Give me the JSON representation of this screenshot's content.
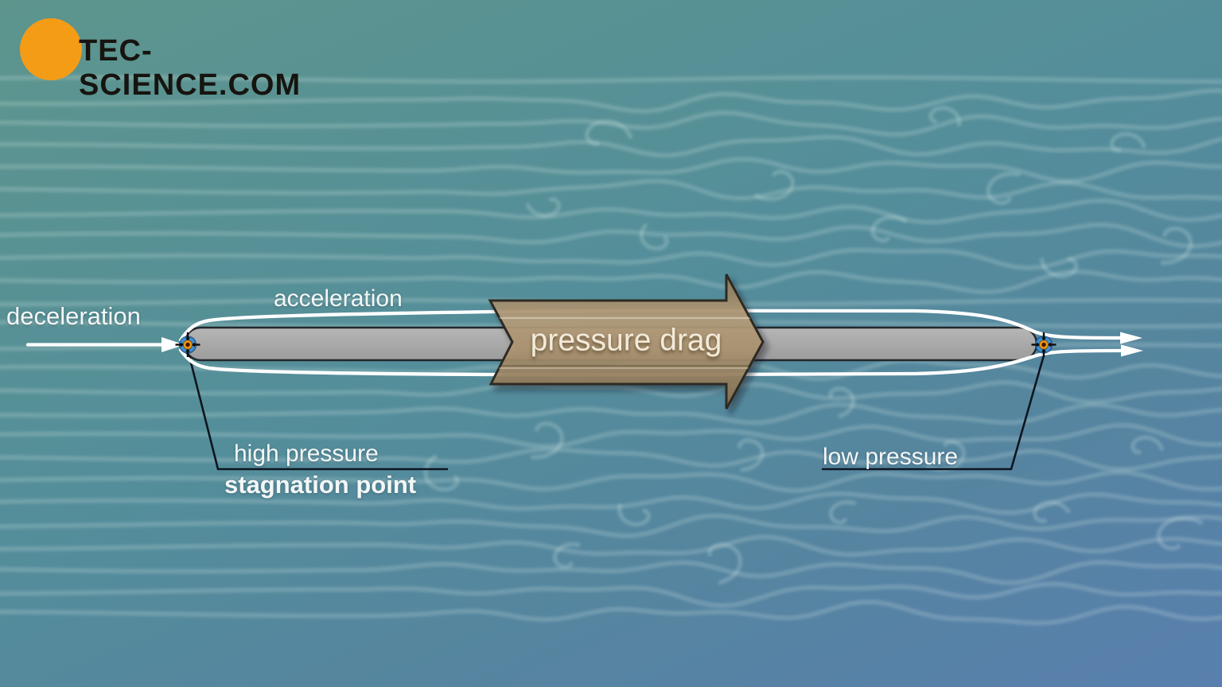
{
  "logo": {
    "text": "TEC-SCIENCE.COM"
  },
  "labels": {
    "deceleration": "deceleration",
    "acceleration": "acceleration",
    "pressure_drag": "pressure drag",
    "high_pressure": "high pressure",
    "stagnation_point": "stagnation point",
    "low_pressure": "low pressure"
  },
  "colors": {
    "background_top": "#5d958d",
    "background_bottom": "#597fae",
    "flow_line": "#dff0ec",
    "plate_fill": "#a9a9a9",
    "plate_outline": "#23272c",
    "drag_arrow_fill": "#a78d68",
    "drag_arrow_outline": "#2e2c21",
    "drag_arrow_text": "#f3ead9",
    "streamline_white": "#ffffff",
    "leader_line": "#0e1520",
    "marker_blue": "#3b8fd2",
    "marker_orange": "#ee9a12",
    "marker_core": "#40170b",
    "logo_circle": "#f59c17",
    "logo_text": "#17140f",
    "label_text": "#f4f7f6"
  }
}
